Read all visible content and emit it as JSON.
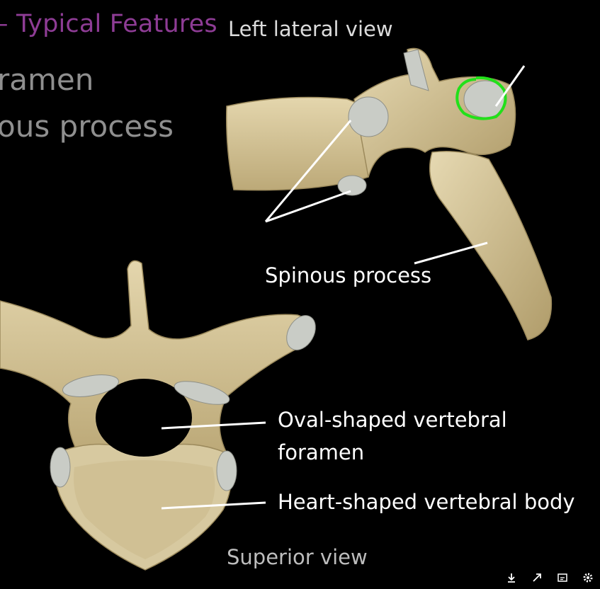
{
  "slide": {
    "title": "– Typical Features",
    "lateral_view_label": "Left lateral view",
    "bullets": [
      "ramen",
      "ous process"
    ],
    "labels": {
      "spinous_process": "Spinous process",
      "foramen_line1": "Oval-shaped vertebral",
      "foramen_line2": "foramen",
      "vertebral_body": "Heart-shaped vertebral body"
    },
    "superior_view_label": "Superior view"
  },
  "controls": {
    "icons": [
      "download-icon",
      "share-icon",
      "caption-icon",
      "gear-icon"
    ]
  },
  "colors": {
    "background": "#000000",
    "title": "#8e3c95",
    "bone": "#d9c99e",
    "bone_shadow": "#a8966a",
    "facet": "#c9ccc6",
    "annotation_green": "#22e01a"
  }
}
